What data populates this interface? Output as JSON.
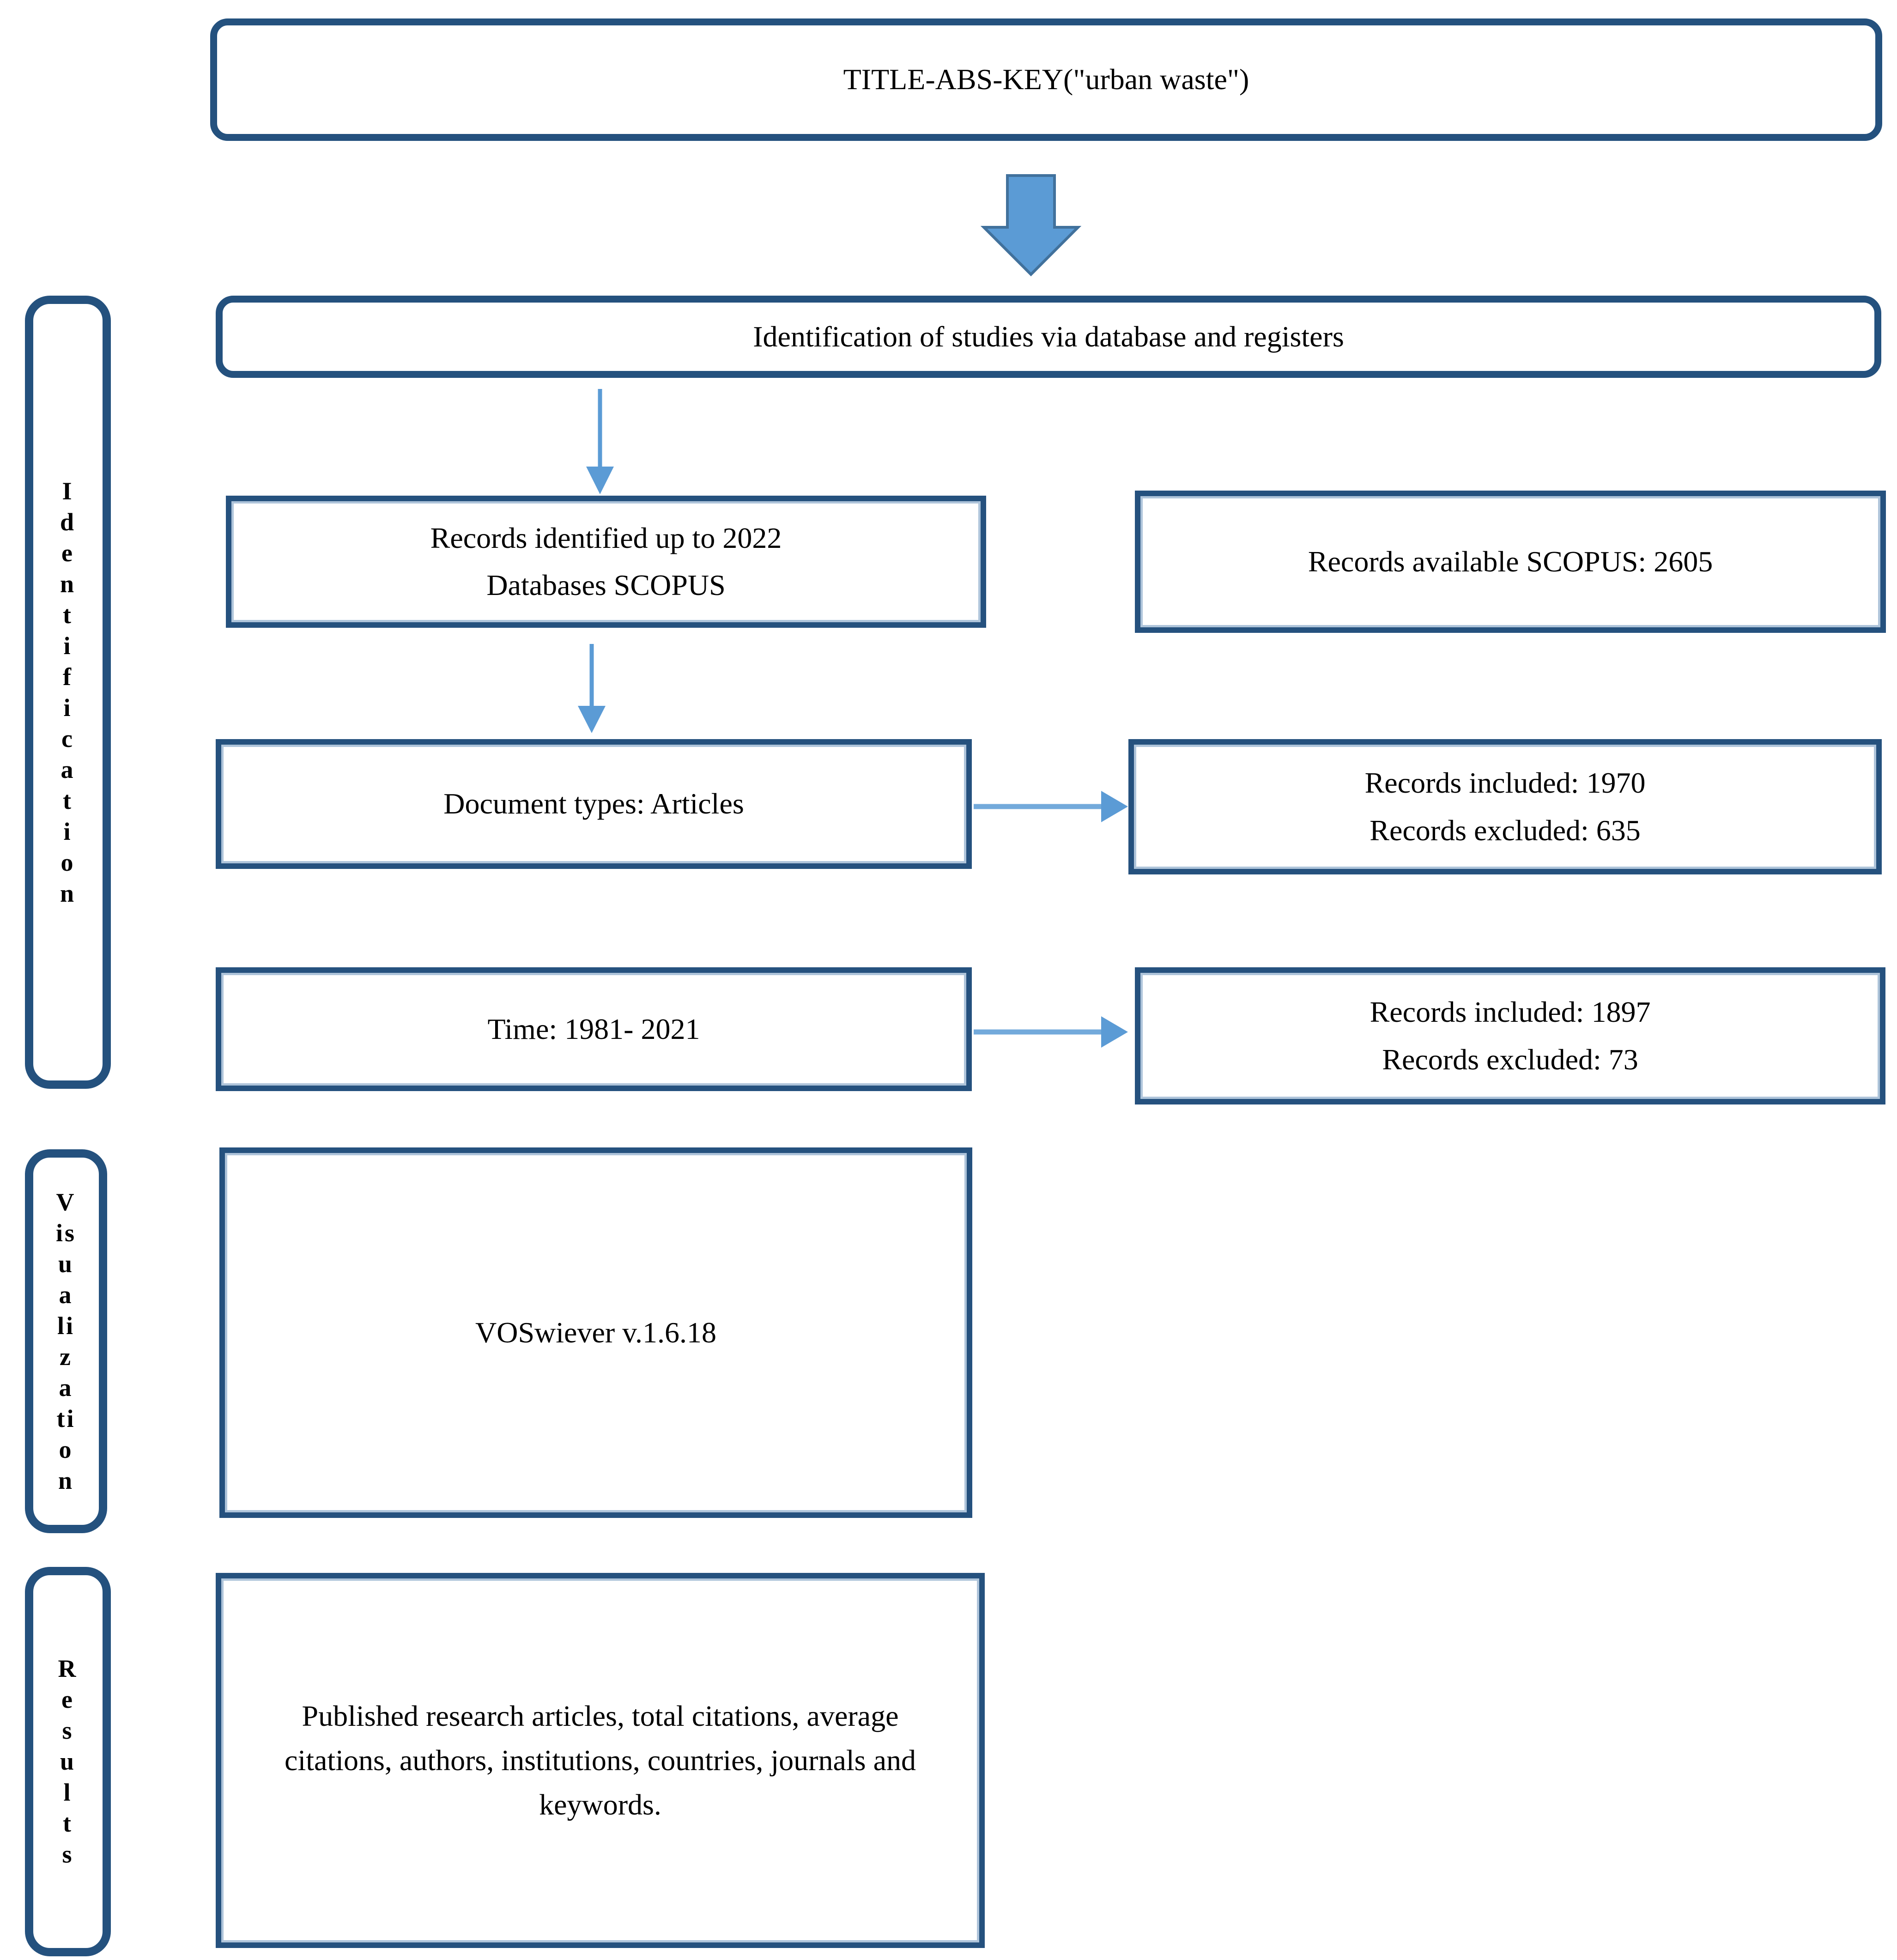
{
  "diagram": {
    "query_box": {
      "label": "TITLE-ABS-KEY(\"urban waste\")"
    },
    "header_box": {
      "label": "Identification of studies via database and registers"
    },
    "sidebars": {
      "identification": {
        "label": "Identification",
        "stacked": "I\nd\ne\nn\nt\ni\nf\ni\nc\na\nt\ni\no\nn"
      },
      "visualization": {
        "label": "Visualization",
        "stacked": "V\nis\nu\na\nli\nz\na\nti\no\nn"
      },
      "results": {
        "label": "Results",
        "stacked": "R\ne\ns\nu\nl\nt\ns"
      }
    },
    "boxes": {
      "records_identified": "Records identified up to 2022\nDatabases SCOPUS",
      "records_available": "Records available SCOPUS: 2605",
      "document_types": "Document types: Articles",
      "document_types_result": "Records included: 1970\nRecords excluded: 635",
      "time_range": "Time: 1981- 2021",
      "time_range_result": "Records included: 1897\nRecords excluded: 73",
      "visualization_tool": "VOSwiever v.1.6.18",
      "results_text": "Published research articles, total citations, average citations, authors, institutions, countries, journals and keywords."
    },
    "icons": [
      "big-down-arrow-icon",
      "down-arrow-icon",
      "down-arrow-icon",
      "right-arrow-icon",
      "right-arrow-icon"
    ],
    "colors": {
      "rounded_border": "#24517e",
      "rect_border": "#25517e",
      "ring": "#aec4da",
      "arrow_fill": "#5b9bd5",
      "arrow_stroke": "#41719c",
      "thin_arrow": "#5b9bd5",
      "text_color": "#000000"
    }
  }
}
